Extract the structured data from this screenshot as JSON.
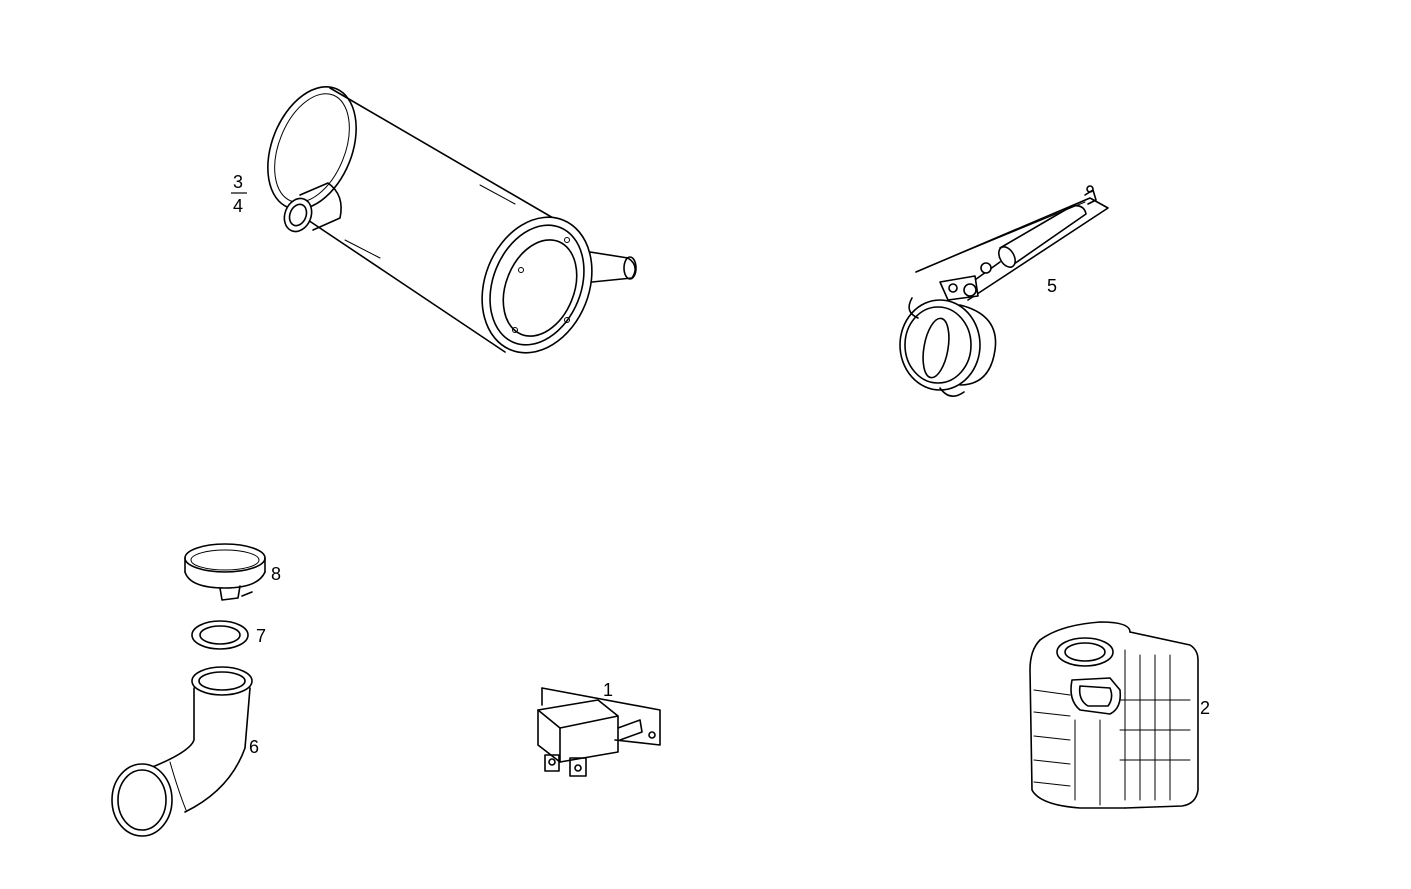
{
  "diagram": {
    "callouts": {
      "part_1": "1",
      "part_2": "2",
      "part_3": "3",
      "part_4": "4",
      "part_5": "5",
      "part_6": "6",
      "part_7": "7",
      "part_8": "8"
    }
  }
}
